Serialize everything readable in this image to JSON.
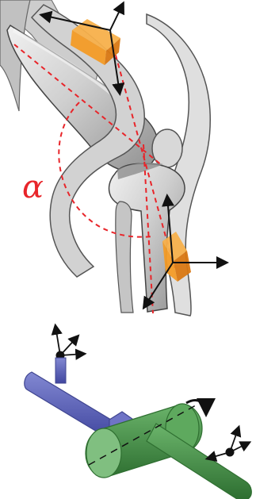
{
  "angle_symbol": "α",
  "colors": {
    "bone_fill": "#d8d8d8",
    "bone_stroke": "#555555",
    "bone_shadow": "#a9a9a9",
    "sensor_orange": "#f7a334",
    "sensor_orange_dark": "#e07f12",
    "axis_line": "#e8252a",
    "arrow_black": "#111111",
    "segment_blue": "#5d64b6",
    "segment_blue_dark": "#3f4590",
    "segment_green": "#4f9a4f",
    "segment_green_dark": "#2f6f31"
  },
  "icons": {
    "knee": "knee-joint-illustration",
    "sensor": "imu-sensor-box",
    "frame": "coordinate-frame-arrows",
    "rotation": "rotation-arrow"
  }
}
